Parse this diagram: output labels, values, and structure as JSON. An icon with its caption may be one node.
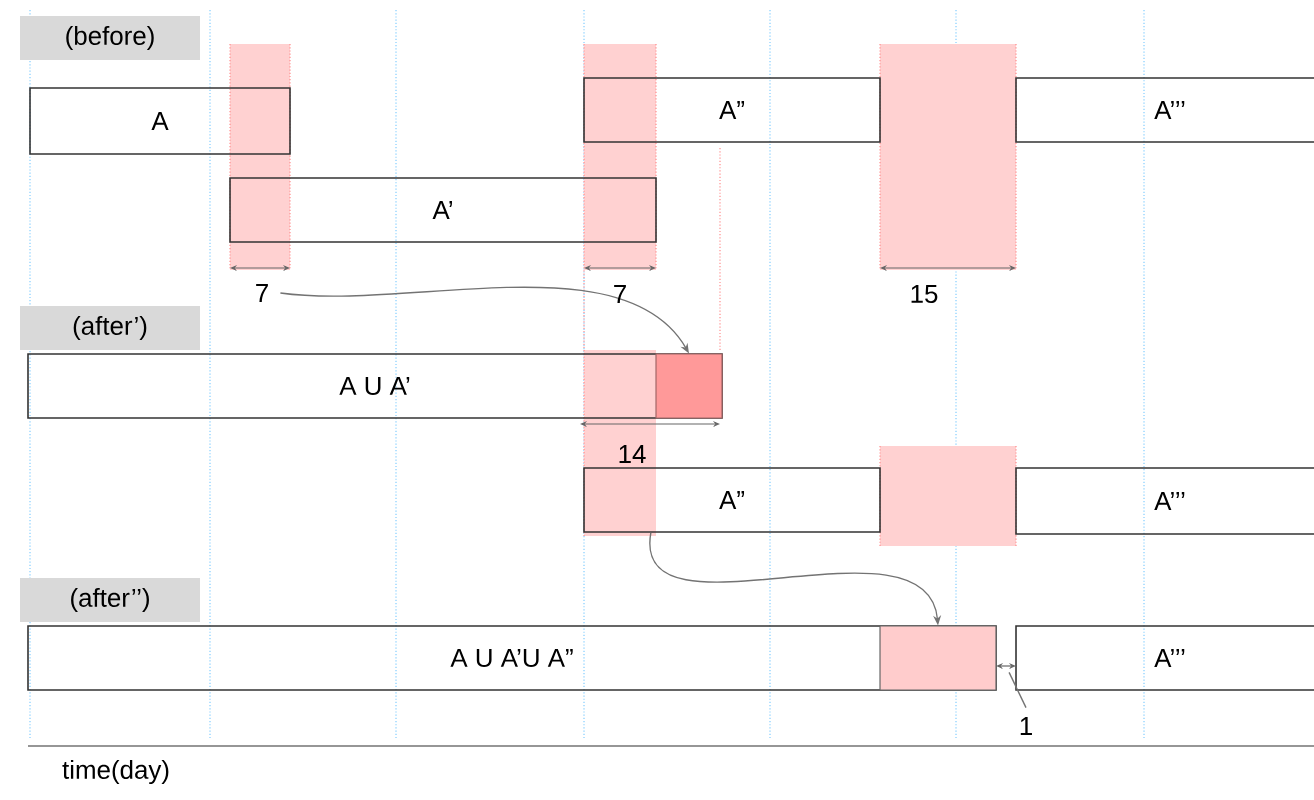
{
  "diagram": {
    "nodes": [
      {
        "text": [
          "A"
        ]
      },
      {
        "text": [
          "A’"
        ]
      },
      {
        "text": [
          "A”"
        ]
      },
      {
        "text": [
          "A’’’"
        ]
      },
      {
        "text": [
          "7"
        ]
      },
      {
        "text": [
          "A U A’"
        ]
      },
      {
        "text": [],
        "shape": "box",
        "in": 5
      },
      {
        "text": [
          "A”"
        ]
      },
      {
        "text": [
          "A’’’"
        ]
      },
      {
        "text": [
          "A U A’U A”"
        ]
      },
      {
        "text": [],
        "shape": "box",
        "in": 9
      },
      {
        "text": [
          "A’’’"
        ]
      },
      {
        "text": [
          "1"
        ]
      },
      {
        "text": [],
        "shape": "bar"
      }
    ],
    "edges": [
      {
        "from": 4,
        "to": 6,
        "arrow": "to"
      },
      {
        "from": 7,
        "to": 10,
        "arrow": "to"
      },
      {
        "from": 12,
        "to": 13,
        "arrow": "none"
      }
    ],
    "labels": [
      "(before)",
      "7",
      "15",
      "(after’)",
      "14",
      "(after’’)",
      "time(day)"
    ]
  }
}
